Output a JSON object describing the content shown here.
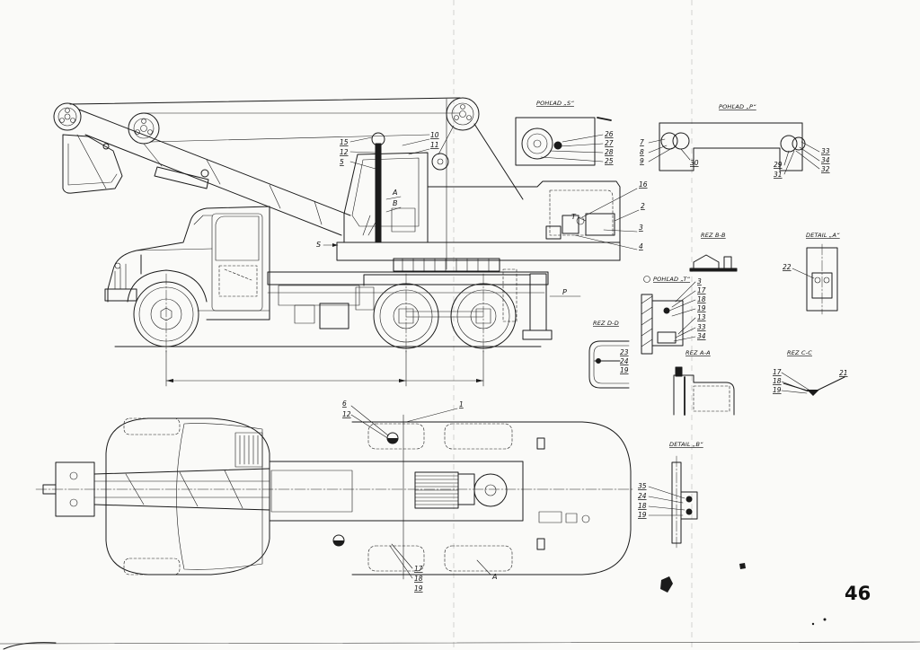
{
  "page_number": "46",
  "titles": {
    "pohlad_s": "POHĽAD „S“",
    "pohlad_p": "POHĽAD „P“",
    "rez_bb": "REZ B-B",
    "detail_a": "DETAIL „A“",
    "pohlad_t": "POHĽAD „T“",
    "rez_dd": "REZ D-D",
    "rez_aa": "REZ A-A",
    "rez_cc": "REZ C-C",
    "detail_b": "DETAIL „B“"
  },
  "callouts": {
    "crane_cab_left": [
      "15",
      "12",
      "5"
    ],
    "crane_cab_top": [
      "10",
      "11"
    ],
    "crane_cab_section": [
      "A",
      "B"
    ],
    "view_s_marker": "S",
    "view_p_marker": "P",
    "view_t_marker": "T",
    "pohlad_s": [
      "26",
      "27",
      "28",
      "25"
    ],
    "pohlad_p_left": [
      "7",
      "8",
      "9"
    ],
    "pohlad_p_center": "30",
    "pohlad_p_inner": [
      "29",
      "31"
    ],
    "pohlad_p_right": [
      "33",
      "34",
      "32"
    ],
    "hydraulic_unit": [
      "16",
      "2",
      "3",
      "4"
    ],
    "detail_a": [
      "22"
    ],
    "pohlad_t": [
      "3",
      "17",
      "18",
      "19",
      "13",
      "33",
      "34"
    ],
    "rez_dd": [
      "23",
      "24",
      "19"
    ],
    "rez_cc_left": [
      "17",
      "18",
      "19"
    ],
    "rez_cc_right": "21",
    "detail_b": [
      "35",
      "24",
      "18",
      "19"
    ],
    "plan_left": [
      "6",
      "12"
    ],
    "plan_top": "1",
    "plan_bottom": [
      "17",
      "18",
      "19"
    ],
    "plan_section": "A"
  }
}
